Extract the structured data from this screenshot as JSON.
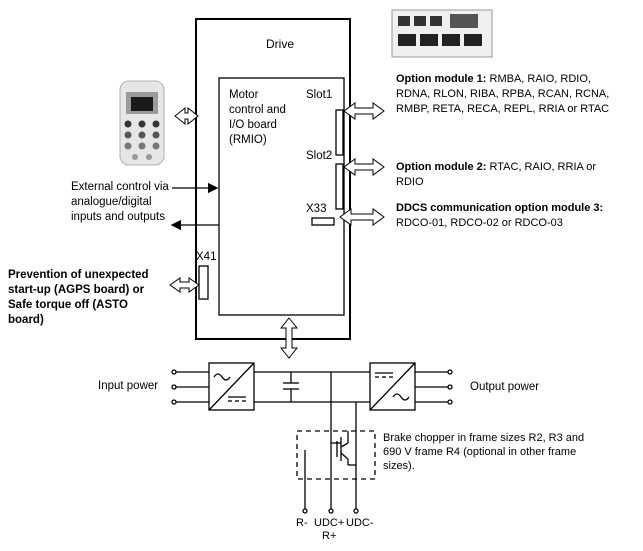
{
  "drive": {
    "title": "Drive",
    "rmio_lines": [
      "Motor",
      "control and",
      "I/O board",
      "(RMIO)"
    ],
    "slot1": "Slot1",
    "slot2": "Slot2",
    "x33": "X33",
    "x41": "X41"
  },
  "external": {
    "lines": [
      "External control via",
      "analogue/digital",
      "inputs and outputs"
    ]
  },
  "prevention": {
    "lines": [
      "Prevention of unexpected",
      "start-up (AGPS board) or",
      "Safe torque off (ASTO",
      "board)"
    ]
  },
  "option1": {
    "head": "Option module 1:",
    "line1_rest": " RMBA, RAIO, RDIO,",
    "line2": "RDNA, RLON, RIBA, RPBA, RCAN, RCNA,",
    "line3": "RMBP, RETA, RECA, REPL, RRIA or RTAC"
  },
  "option2": {
    "head": "Option module 2:",
    "line1_rest": " RTAC, RAIO, RRIA or",
    "line2": "RDIO"
  },
  "option3": {
    "head": "DDCS communication option module 3:",
    "line2": "RDCO-01, RDCO-02 or RDCO-03"
  },
  "power": {
    "input": "Input power",
    "output": "Output power"
  },
  "brake": {
    "lines": [
      "Brake chopper in frame sizes R2, R3 and",
      "690 V frame R4 (optional in other frame",
      "sizes)."
    ]
  },
  "terminals": {
    "r_minus": "R-",
    "udc_plus": "UDC+",
    "r_plus": "R+",
    "udc_minus": "UDC-"
  }
}
